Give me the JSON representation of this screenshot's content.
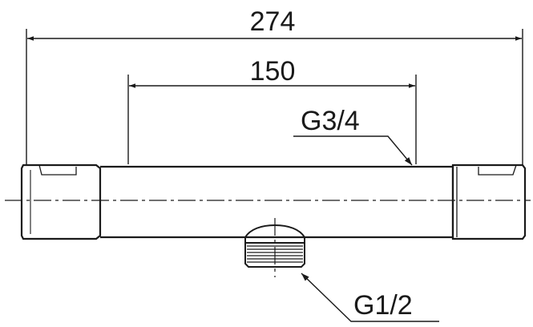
{
  "dimensions": {
    "overall_length": "274",
    "inlet_spacing": "150"
  },
  "threads": {
    "outlet": "G3/4",
    "inlet": "G1/2"
  },
  "colors": {
    "stroke": "#1a1a1a",
    "background": "#ffffff"
  }
}
